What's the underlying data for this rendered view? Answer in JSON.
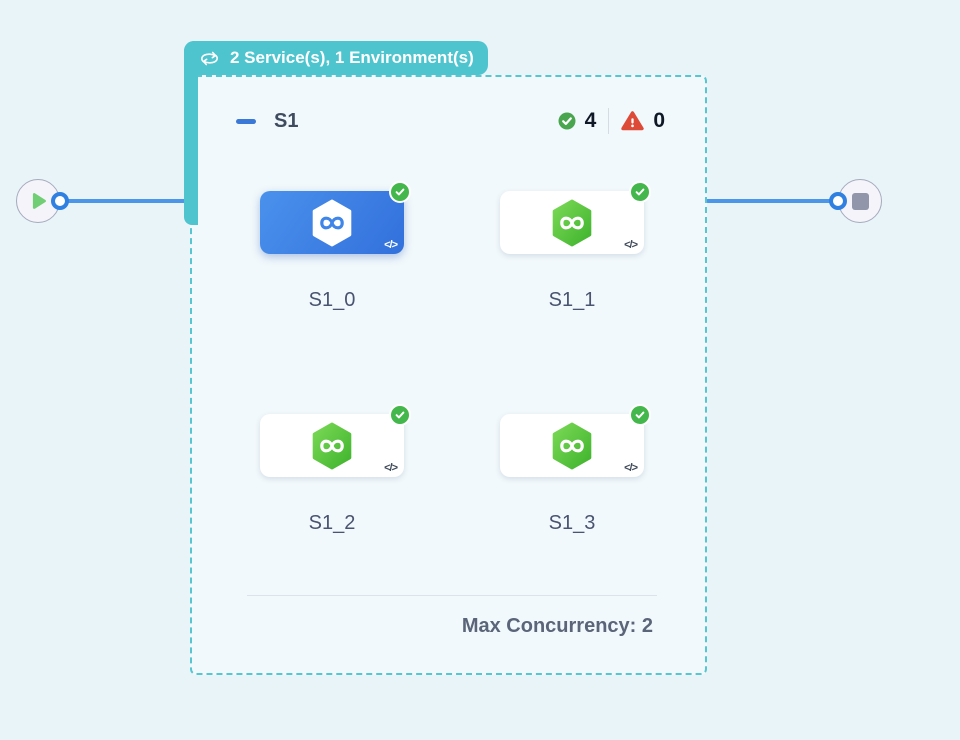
{
  "connector_label": {
    "icon": "loop-icon",
    "text": "2 Service(s), 1 Environment(s)"
  },
  "stage": {
    "name": "S1",
    "success_count": "4",
    "error_count": "0",
    "max_concurrency": "Max Concurrency: 2",
    "services": [
      {
        "name": "S1_0",
        "selected": true,
        "status": "success"
      },
      {
        "name": "S1_1",
        "selected": false,
        "status": "success"
      },
      {
        "name": "S1_2",
        "selected": false,
        "status": "success"
      },
      {
        "name": "S1_3",
        "selected": false,
        "status": "success"
      }
    ]
  },
  "icons": {
    "code_glyph": "</>"
  },
  "colors": {
    "page_bg": "#e9f4f9",
    "panel_bg": "#f2f9fc",
    "teal_accent": "#4ec4ce",
    "dashed_border": "#58c6d1",
    "edge_blue": "#4b96e8",
    "selected_card_blue": "#3f86e8",
    "service_green": "#4fc23a",
    "success_green": "#43b74b",
    "error_red": "#dd4a38"
  }
}
